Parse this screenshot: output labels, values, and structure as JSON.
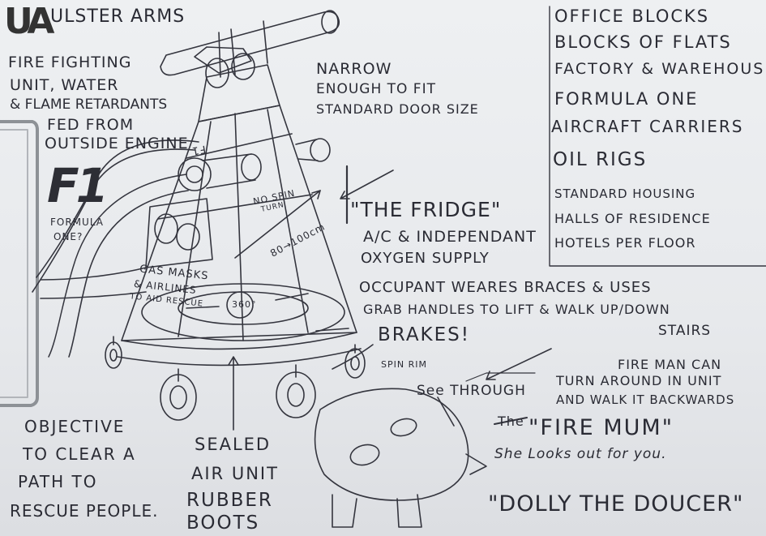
{
  "brand": {
    "logo_letters": "UA",
    "name": "ULSTER ARMS"
  },
  "left_notes": {
    "fire_unit": [
      "FIRE FIGHTING",
      "UNIT, WATER",
      "& FLAME RETARDANTS",
      "FED FROM",
      "OUTSIDE ENGINE"
    ],
    "f1_logo": "F1",
    "formula_one": [
      "FORMULA",
      "ONE?"
    ],
    "objective": [
      "OBJECTIVE",
      "TO CLEAR A",
      "PATH TO",
      "RESCUE PEOPLE."
    ]
  },
  "unit_labels": {
    "f1_badge": "F1",
    "no_spin": [
      "NO SPIN",
      "TURN"
    ],
    "gas_masks": [
      "GAS MASKS",
      "& AIRLINES",
      "TO AID RESCUE"
    ],
    "dimension": "80→100cm",
    "dial": "360°"
  },
  "center_notes": {
    "narrow": [
      "NARROW",
      "ENOUGH TO FIT",
      "STANDARD DOOR SIZE"
    ],
    "fridge": "\"THE FRIDGE\"",
    "ac": [
      "A/C & INDEPENDANT",
      "OXYGEN SUPPLY"
    ],
    "occupant": [
      "OCCUPANT WEARES BRACES & USES",
      "GRAB HANDLES TO LIFT & WALK UP/DOWN"
    ],
    "stairs": "STAIRS",
    "brakes": "BRAKES!",
    "spin_rim": "SPIN RIM",
    "see_through": "See THROUGH",
    "sealed": [
      "SEALED",
      "AIR UNIT"
    ],
    "boots": [
      "RUBBER",
      "BOOTS"
    ]
  },
  "right_notes": {
    "uses": [
      "OFFICE BLOCKS",
      "BLOCKS OF FLATS",
      "FACTORY & WAREHOUSE",
      "FORMULA ONE",
      "AIRCRAFT CARRIERS",
      "OIL RIGS",
      "STANDARD HOUSING",
      "HALLS OF RESIDENCE",
      "HOTELS PER FLOOR"
    ],
    "fireman": [
      "FIRE MAN CAN",
      "TURN AROUND IN UNIT",
      "AND WALK IT BACKWARDS"
    ],
    "struck": "The",
    "firemum": "\"FIRE MUM\"",
    "looks_out": "She Looks out for you.",
    "dolly": "\"DOLLY THE DOUCER\""
  },
  "colors": {
    "ink": "#2a2b34",
    "paper": "#e9ebee"
  }
}
